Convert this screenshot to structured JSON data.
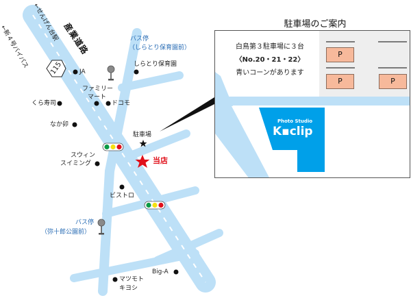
{
  "map": {
    "road_main_name": "産業道路",
    "route_number": "115",
    "direction_left": "←新４号バイパス",
    "direction_right": "←せんげん台駅",
    "landmarks": {
      "ja": "JA",
      "familymart_line1": "ファミリー",
      "familymart_line2": "マート",
      "docomo": "ドコモ",
      "kura": "くら寿司",
      "nakau": "なか卯",
      "shiratori": "しらとり保育園",
      "swin_line1": "スウィン",
      "swin_line2": "スイミング",
      "bistro": "ビストロ",
      "bigA": "Big-A",
      "matsumoto_line1": "マツモト",
      "matsumoto_line2": "キヨシ",
      "parking": "駐車場",
      "store": "当店"
    },
    "bus_stops": [
      {
        "line1": "バス停",
        "line2": "（しらとり保育園前）"
      },
      {
        "line1": "バス停",
        "line2": "（弥十郎公園前）"
      }
    ]
  },
  "panel": {
    "title": "駐車場のご案内",
    "line1": "白鳥第３駐車場に３台",
    "line2": "〈No.20・21・22〉",
    "line3": "青いコーンがあります",
    "parking_label": "P",
    "logo_sub": "Photo Studio",
    "logo_main": "K▪clip"
  },
  "colors": {
    "road": "#bde0f7",
    "logo": "#00a0e9",
    "store_star": "#e0101a",
    "bus_label": "#2a6db5",
    "parking_box": "#f7b99b"
  }
}
